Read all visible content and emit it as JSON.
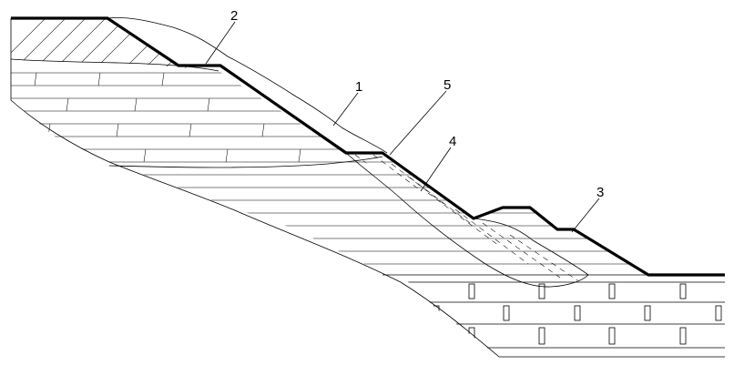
{
  "diagram": {
    "callouts": [
      {
        "id": "label-1",
        "text": "1"
      },
      {
        "id": "label-2",
        "text": "2"
      },
      {
        "id": "label-3",
        "text": "3"
      },
      {
        "id": "label-4",
        "text": "4"
      },
      {
        "id": "label-5",
        "text": "5"
      }
    ]
  }
}
